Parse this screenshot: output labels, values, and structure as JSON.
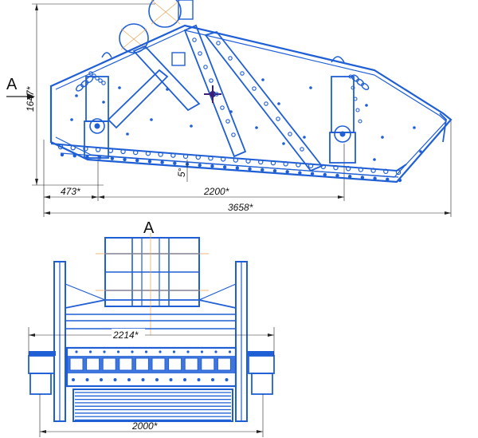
{
  "view_label": "A",
  "view_arrow_label": "A",
  "dimensions": {
    "height": "1647*",
    "offset_left": "473*",
    "span_middle": "2200*",
    "total_length": "3658*",
    "angle": "5°",
    "front_width_upper": "2214*",
    "front_width_lower": "2000*"
  },
  "colors": {
    "frame": "#1f5fd6",
    "dimension_lines": "#222222",
    "center_lines": "#e9a24c",
    "center_marker": "#3a1f7a"
  },
  "icons": {
    "arrow": "arrow-right-icon",
    "center_mark": "crosshair-icon",
    "spring": "spring-icon"
  }
}
